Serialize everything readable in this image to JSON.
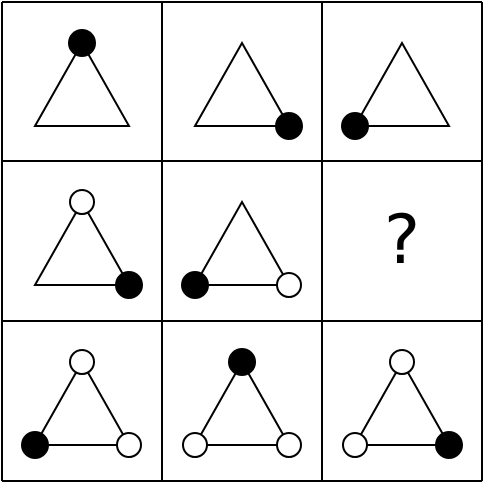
{
  "puzzle": {
    "grid": {
      "rows": 3,
      "cols": 3
    },
    "colors": {
      "line": "#000000",
      "filled": "#000000",
      "hollow": "#ffffff"
    },
    "cells": [
      {
        "row": 1,
        "col": 1,
        "shape": "triangle",
        "circles": [
          {
            "vertex": "top",
            "fill": "filled"
          }
        ]
      },
      {
        "row": 1,
        "col": 2,
        "shape": "triangle",
        "circles": [
          {
            "vertex": "bottom-right",
            "fill": "filled"
          }
        ]
      },
      {
        "row": 1,
        "col": 3,
        "shape": "triangle",
        "circles": [
          {
            "vertex": "bottom-left",
            "fill": "filled"
          }
        ]
      },
      {
        "row": 2,
        "col": 1,
        "shape": "triangle",
        "circles": [
          {
            "vertex": "top",
            "fill": "hollow"
          },
          {
            "vertex": "bottom-right",
            "fill": "filled"
          }
        ]
      },
      {
        "row": 2,
        "col": 2,
        "shape": "triangle",
        "circles": [
          {
            "vertex": "bottom-left",
            "fill": "filled"
          },
          {
            "vertex": "bottom-right",
            "fill": "hollow"
          }
        ]
      },
      {
        "row": 2,
        "col": 3,
        "shape": "question",
        "text": "?"
      },
      {
        "row": 3,
        "col": 1,
        "shape": "triangle",
        "circles": [
          {
            "vertex": "top",
            "fill": "hollow"
          },
          {
            "vertex": "bottom-left",
            "fill": "filled"
          },
          {
            "vertex": "bottom-right",
            "fill": "hollow"
          }
        ]
      },
      {
        "row": 3,
        "col": 2,
        "shape": "triangle",
        "circles": [
          {
            "vertex": "top",
            "fill": "filled"
          },
          {
            "vertex": "bottom-left",
            "fill": "hollow"
          },
          {
            "vertex": "bottom-right",
            "fill": "hollow"
          }
        ]
      },
      {
        "row": 3,
        "col": 3,
        "shape": "triangle",
        "circles": [
          {
            "vertex": "top",
            "fill": "hollow"
          },
          {
            "vertex": "bottom-left",
            "fill": "hollow"
          },
          {
            "vertex": "bottom-right",
            "fill": "filled"
          }
        ]
      }
    ]
  }
}
